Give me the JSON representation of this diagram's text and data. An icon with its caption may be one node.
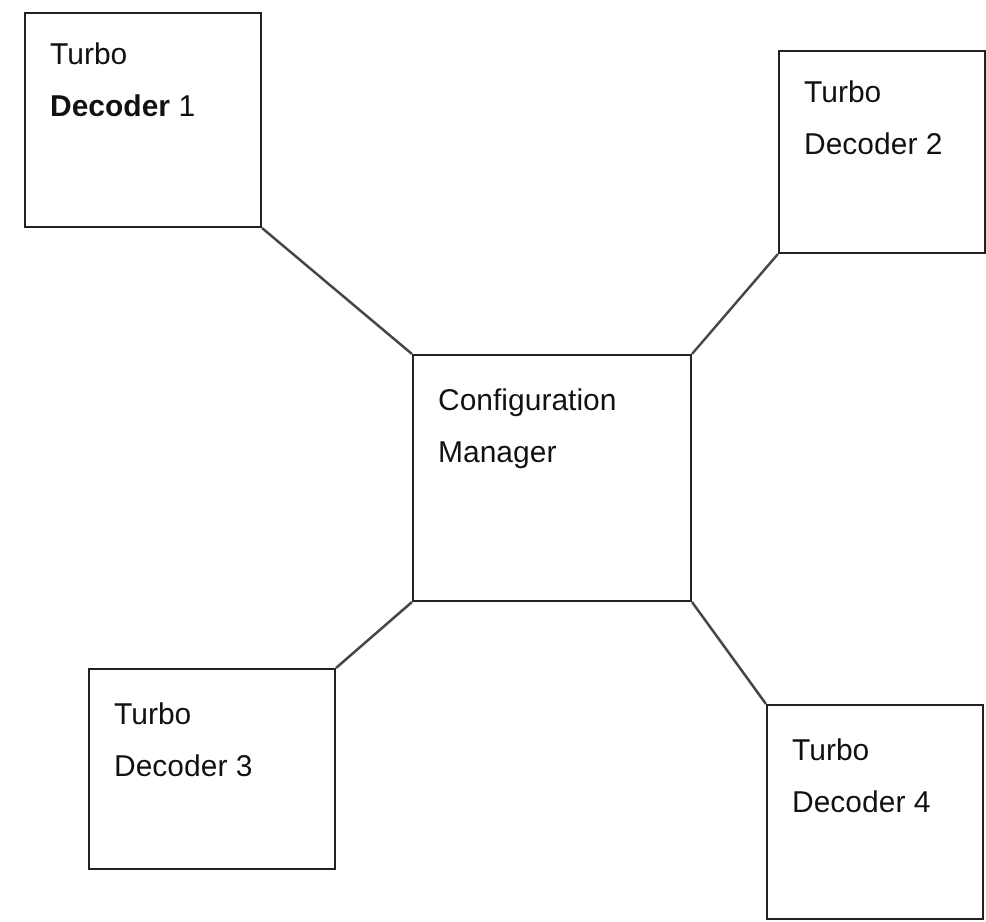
{
  "diagram": {
    "nodes": [
      {
        "text": [
          "Turbo **Decoder** 1"
        ]
      },
      {
        "text": [
          "Turbo Decoder 2"
        ]
      },
      {
        "text": [
          "Configuration Manager"
        ]
      },
      {
        "text": [
          "Turbo Decoder 3"
        ]
      },
      {
        "text": [
          "Turbo Decoder 4"
        ]
      }
    ],
    "edges": [
      {
        "from": 0,
        "to": 2,
        "arrow": "none"
      },
      {
        "from": 1,
        "to": 2,
        "arrow": "none"
      },
      {
        "from": 3,
        "to": 2,
        "arrow": "none"
      },
      {
        "from": 4,
        "to": 2,
        "arrow": "none"
      }
    ]
  }
}
